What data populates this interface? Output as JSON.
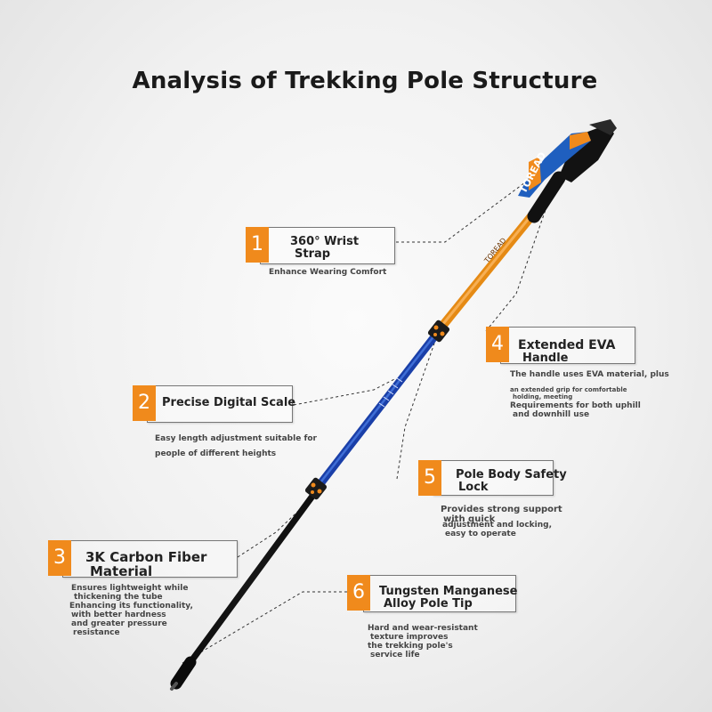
{
  "title": "Analysis of Trekking Pole Structure",
  "brand_text": "TOREAD",
  "colors": {
    "accent": "#f08a1c",
    "handle_blue": "#1f5fbf",
    "upper_shaft": "#e58a14",
    "middle_shaft": "#1a3fa8",
    "lower_shaft": "#111111"
  },
  "callouts": [
    {
      "num": "1",
      "line1": "360° Wrist",
      "line2": "Strap",
      "desc": [
        "Enhance Wearing Comfort"
      ]
    },
    {
      "num": "2",
      "line1": "Precise Digital Scale",
      "desc": [
        "Easy length adjustment suitable for",
        "people of different heights"
      ]
    },
    {
      "num": "3",
      "line1": "3K Carbon Fiber",
      "line2": "Material",
      "desc": [
        "Ensures lightweight while",
        "thickening the tube",
        "Enhancing its functionality,",
        "with better hardness",
        "and greater pressure",
        "resistance"
      ]
    },
    {
      "num": "4",
      "line1": "Extended EVA",
      "line2": "Handle",
      "desc": [
        "The handle uses EVA material, plus",
        "an extended grip for comfortable",
        "holding, meeting",
        "Requirements for both uphill",
        "and downhill use"
      ]
    },
    {
      "num": "5",
      "line1": "Pole Body Safety",
      "line2": "Lock",
      "desc": [
        "Provides strong support",
        "with quick",
        "adjustment and locking,",
        "easy to operate"
      ]
    },
    {
      "num": "6",
      "line1": "Tungsten Manganese",
      "line2": "Alloy Pole Tip",
      "desc": [
        "Hard and wear-resistant",
        "texture improves",
        "the trekking pole's",
        "service life"
      ]
    }
  ]
}
